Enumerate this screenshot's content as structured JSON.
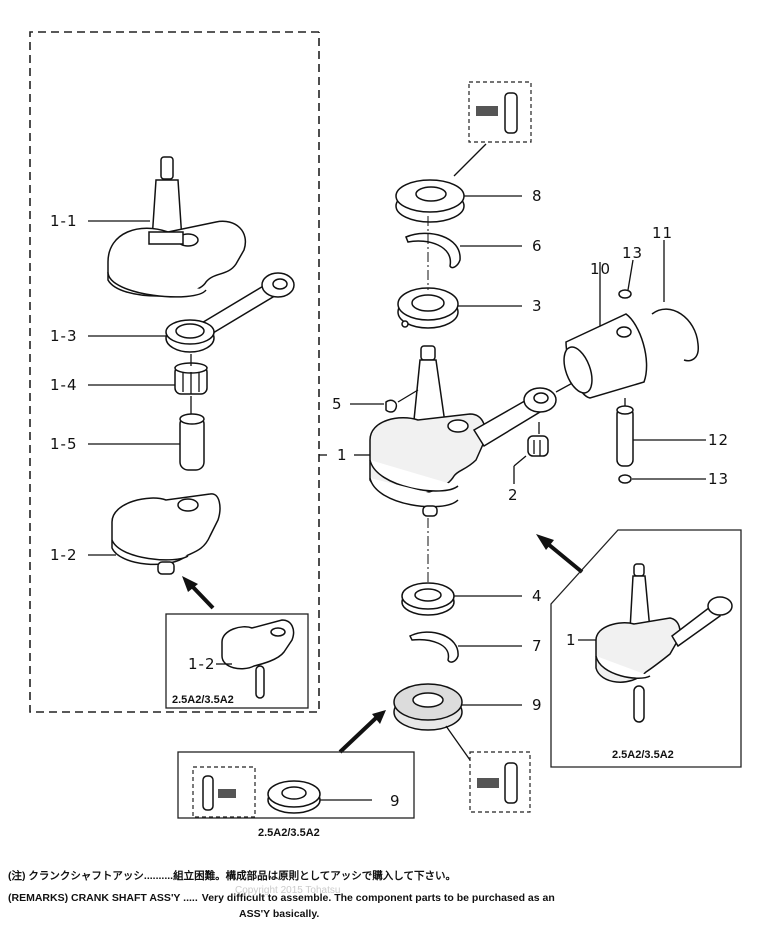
{
  "diagram": {
    "title": "Crank shaft assembly exploded parts diagram",
    "part_labels": {
      "p1_1": "1-1",
      "p1_3": "1-3",
      "p1_4": "1-4",
      "p1_5": "1-5",
      "p1_2": "1-2",
      "p1_2_inset": "1-2",
      "p1": "1",
      "p1_inset": "1",
      "p2": "2",
      "p3": "3",
      "p4": "4",
      "p5": "5",
      "p6": "6",
      "p7": "7",
      "p8": "8",
      "p9": "9",
      "p9_inset": "9",
      "p10": "10",
      "p11": "11",
      "p12": "12",
      "p13_top": "13",
      "p13_bottom": "13"
    },
    "insets": {
      "crank_web_variant": "2.5A2/3.5A2",
      "crankshaft_variant": "2.5A2/3.5A2",
      "bearing_variant": "2.5A2/3.5A2"
    }
  },
  "notes": {
    "jp_key": "(注) クランクシャフトアッシ..........",
    "jp_value": "組立困難。構成部品は原則としてアッシで購入して下さい。",
    "en_key": "(REMARKS) CRANK SHAFT ASS'Y .....",
    "en_value": "Very difficult to assemble. The component parts to be purchased as an",
    "en_value_cont": "ASS'Y basically.",
    "watermark": "Copyright 2015 Tohatsu"
  }
}
